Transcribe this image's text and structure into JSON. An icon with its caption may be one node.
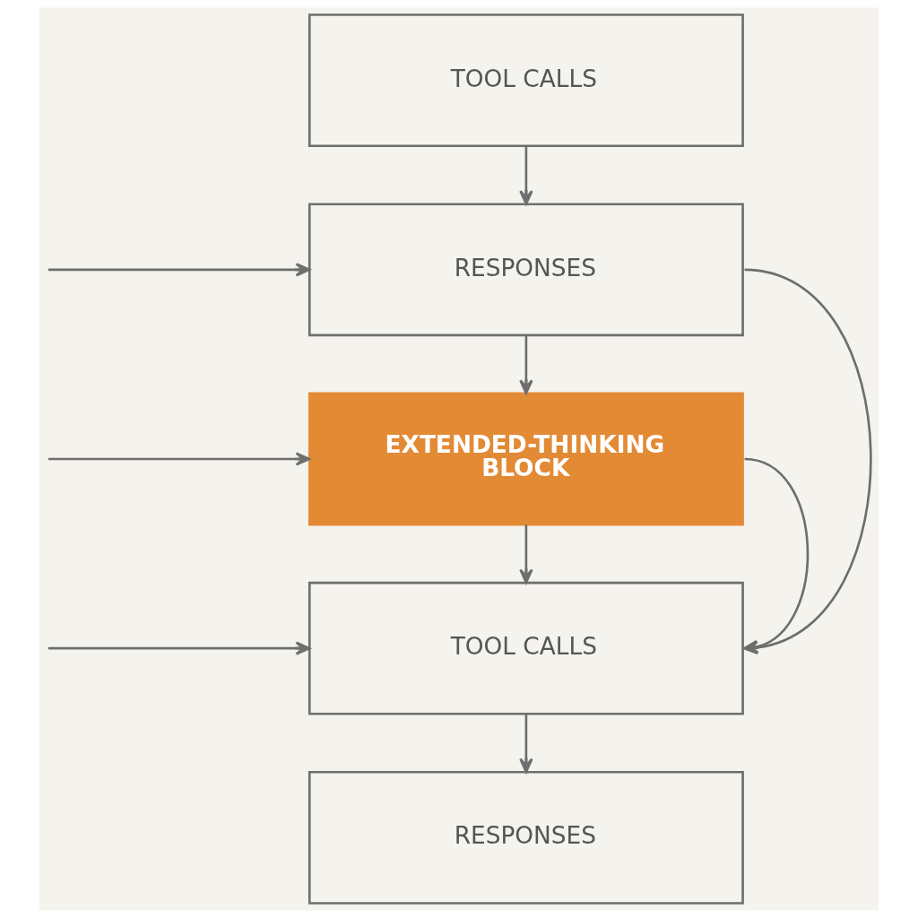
{
  "diagram": {
    "nodes": [
      {
        "text": [
          "TOOL CALLS"
        ]
      },
      {
        "text": [
          "RESPONSES"
        ]
      },
      {
        "text": [
          "EXTENDED-THINKING BLOCK"
        ]
      },
      {
        "text": [
          "TOOL CALLS"
        ]
      },
      {
        "text": [
          "RESPONSES"
        ]
      }
    ],
    "edges": [
      {
        "from": 0,
        "to": 1,
        "arrow": "to"
      },
      {
        "from": 1,
        "to": 2,
        "arrow": "to"
      },
      {
        "from": 2,
        "to": 3,
        "arrow": "to"
      },
      {
        "from": 3,
        "to": 4,
        "arrow": "to"
      },
      {
        "from": null,
        "to": 1,
        "arrow": "to"
      },
      {
        "from": null,
        "to": 2,
        "arrow": "to"
      },
      {
        "from": null,
        "to": 3,
        "arrow": "to"
      },
      {
        "from": 1,
        "to": 3,
        "arrow": "to"
      },
      {
        "from": 2,
        "to": 3,
        "arrow": "to"
      }
    ]
  }
}
